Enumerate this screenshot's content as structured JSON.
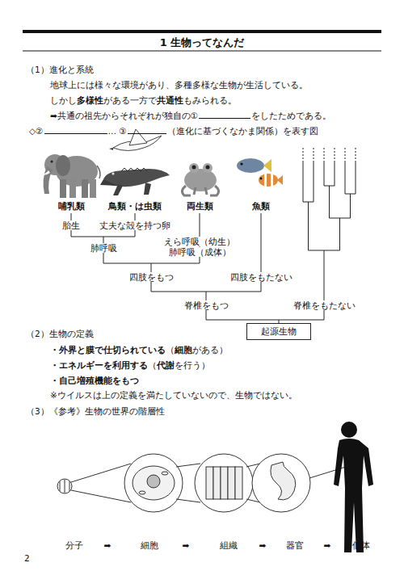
{
  "diagram": {
    "title": "1 生物ってなんだ",
    "nodes": [
      {
        "text": [
          "起源生物"
        ]
      }
    ],
    "labels": [
      "（1）進化と系統",
      "地球上には様々な環境があり、多種多様な生物が生活している。",
      "しかし",
      "多様性",
      "がある一方で",
      "共通性",
      "もみられる。",
      "➡共通の祖先からそれぞれが独自の①",
      "をしたためである。",
      "◇②",
      "… ③",
      "（進化に基づくなかま関係）を表す図",
      "哺乳類",
      "鳥類・は虫類",
      "両生類",
      "魚類",
      "胎生",
      "丈夫な殻を持つ卵",
      "えら呼吸（幼生）",
      "肺呼吸（成体）",
      "肺呼吸",
      "四肢をもつ",
      "四肢をもたない",
      "脊椎をもつ",
      "脊椎をもたない",
      "（2）生物の定義",
      "・外界と膜で仕切られている",
      "（",
      "細胞",
      "がある）",
      "・エネルギーを利用する",
      "（",
      "代謝",
      "を行う）",
      "・自己増殖機能をもつ",
      "※ウイルスは上の定義を満たしていないので、生物ではない。",
      "（3）《参考》生物の世界の階層性",
      "分子",
      "➡",
      "細胞",
      "➡",
      "組織",
      "➡",
      "器官",
      "➡",
      "個体",
      "2"
    ]
  }
}
